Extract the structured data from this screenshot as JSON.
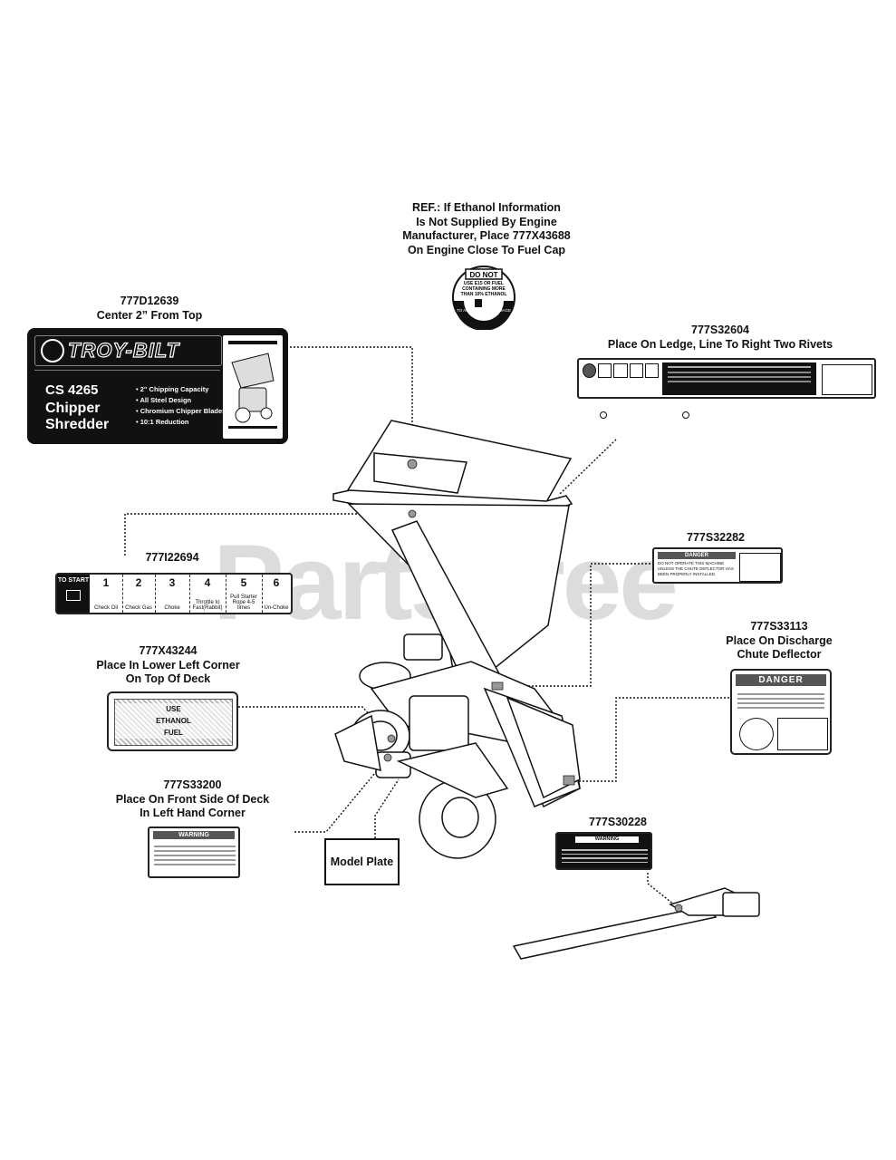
{
  "watermark": "PartsTree",
  "callouts": {
    "ethanol": [
      "REF.: If Ethanol Information",
      "Is Not Supplied By Engine",
      "Manufacturer, Place 777X43688",
      "On Engine Close To Fuel Cap"
    ],
    "d12639": [
      "777D12639",
      "Center 2” From Top"
    ],
    "s32604": [
      "777S32604",
      "Place On Ledge, Line To Right Two Rivets"
    ],
    "i22694": [
      "777I22694"
    ],
    "s32282": [
      "777S32282"
    ],
    "x43244": [
      "777X43244",
      "Place In Lower Left Corner",
      "On Top Of Deck"
    ],
    "s33113": [
      "777S33113",
      "Place On Discharge",
      "Chute Deflector"
    ],
    "s33200": [
      "777S33200",
      "Place On Front Side Of Deck",
      "In Left Hand Corner"
    ],
    "s30228": [
      "777S30228"
    ]
  },
  "model_plate": "Model Plate",
  "ethanol_decal": {
    "line1": "DO NOT",
    "line2": "USE E15 OR FUEL",
    "line3": "CONTAINING MORE",
    "line4": "THAN 10% ETHANOL",
    "ring": "TO AVOID ENGINE DAMAGE"
  },
  "brand_decal": {
    "logo": "TROY-BILT",
    "model": "CS 4265",
    "name1": "Chipper",
    "name2": "Shredder",
    "features": [
      "2\" Chipping Capacity",
      "All Steel Design",
      "Chromium Chipper Blades",
      "10:1 Reduction"
    ]
  },
  "start_decal": {
    "to_start": "TO START",
    "steps": [
      {
        "n": "1",
        "caption": "Check Oil"
      },
      {
        "n": "2",
        "caption": "Check Gas"
      },
      {
        "n": "3",
        "caption": "Choke"
      },
      {
        "n": "4",
        "caption": "Throttle to Fast(Rabbit)"
      },
      {
        "n": "5",
        "caption": "Pull Starter Rope 4-5 times"
      },
      {
        "n": "6",
        "caption": "Un-Choke"
      }
    ]
  },
  "warning_decal": {
    "title": "WARNING"
  },
  "danger_decal": {
    "title": "DANGER"
  },
  "s32282_decal": {
    "title": "DANGER",
    "text": "DO NOT OPERATE THIS MACHINE UNLESS THE CHUTE DEFLECTOR HAS BEEN PROPERLY INSTALLED."
  },
  "x43244_decal": {
    "lines": [
      "USE",
      "ETHANOL",
      "FUEL"
    ]
  }
}
